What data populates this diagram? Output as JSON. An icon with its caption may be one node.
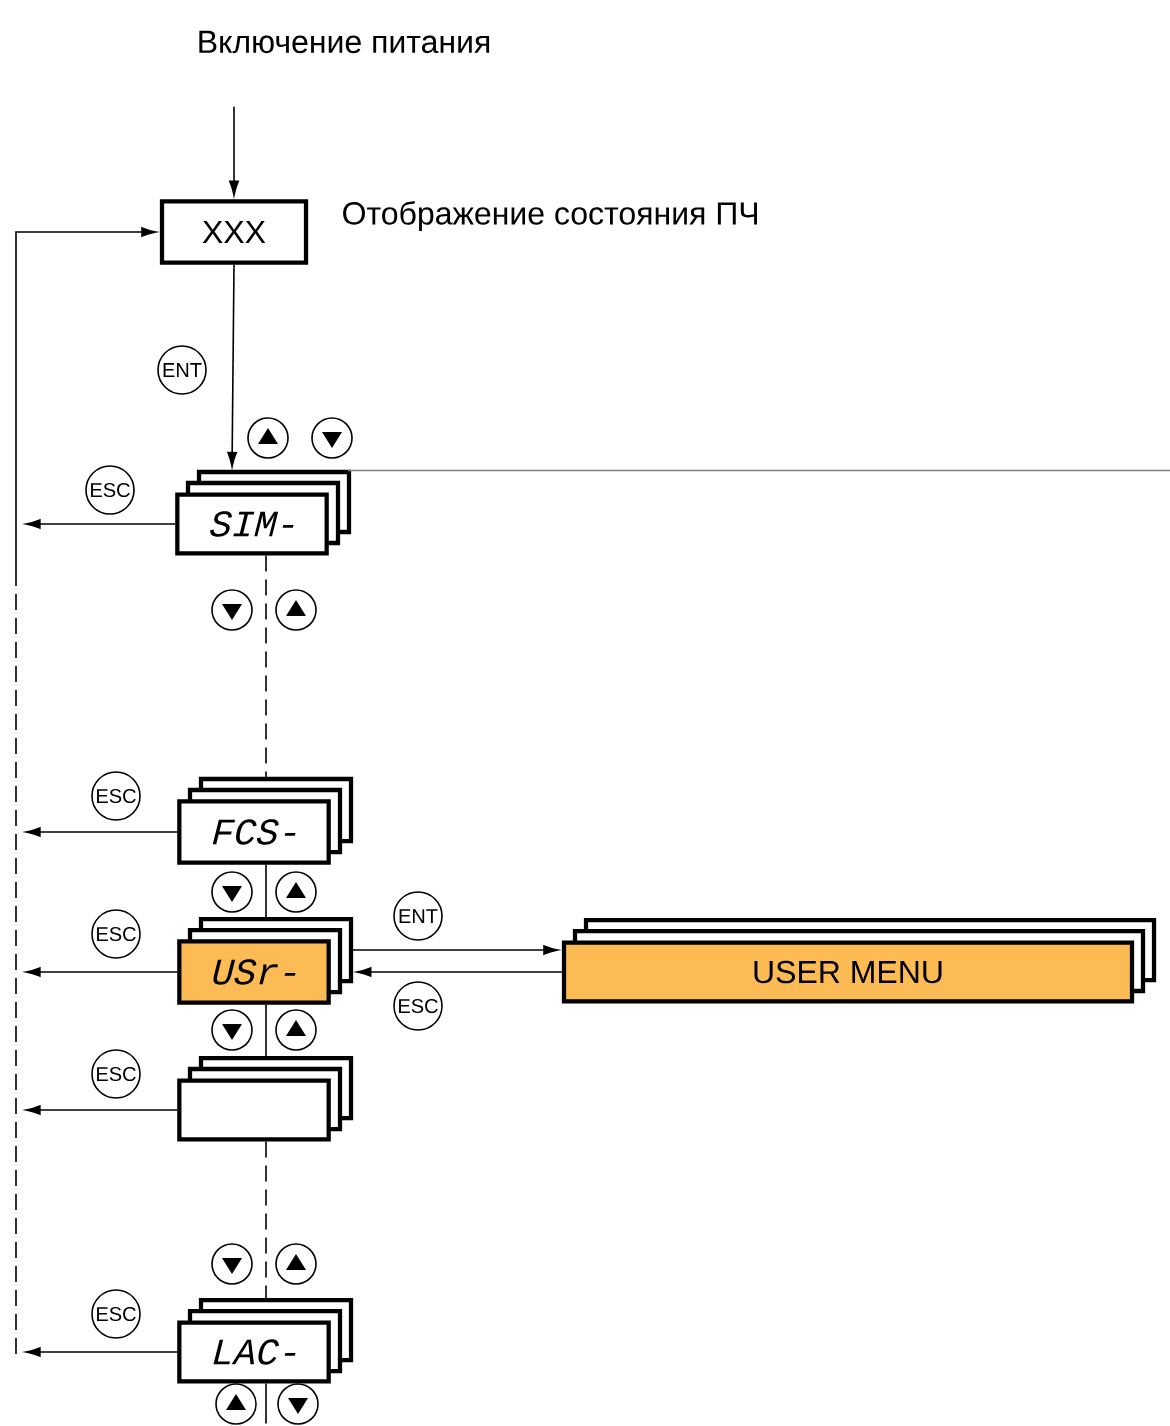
{
  "diagram": {
    "nodes": [
      {
        "text": [
          "Включение питания"
        ]
      },
      {
        "text": [
          "XXX"
        ],
        "beside": [
          "Отображение состояния ПЧ"
        ]
      },
      {
        "text": [
          "SIM-"
        ]
      },
      {
        "text": [
          "FCS-"
        ]
      },
      {
        "text": [
          "USr-"
        ]
      },
      {
        "text": [],
        "shape": "box"
      },
      {
        "text": [
          "LAC-"
        ]
      },
      {
        "text": [
          "USER MENU"
        ]
      }
    ],
    "edges": [
      {
        "from": 0,
        "to": 1,
        "arrow": "to"
      },
      {
        "from": 1,
        "to": 2,
        "arrow": "to",
        "label": "ENT"
      },
      {
        "from": 2,
        "to": 3,
        "arrow": "none",
        "style": "dashed"
      },
      {
        "from": 3,
        "to": 4,
        "arrow": "none"
      },
      {
        "from": 4,
        "to": 5,
        "arrow": "none"
      },
      {
        "from": 5,
        "to": 6,
        "arrow": "none",
        "style": "dashed"
      },
      {
        "from": 6,
        "to": null,
        "arrow": "none"
      },
      {
        "from": 2,
        "to": null,
        "arrow": "none",
        "color": "#808080"
      },
      {
        "from": 4,
        "to": 7,
        "arrow": "to",
        "label": "ENT"
      },
      {
        "from": 7,
        "to": 4,
        "arrow": "to",
        "label": "ESC"
      },
      {
        "from": 2,
        "to": null,
        "arrow": "to",
        "label": "ESC"
      },
      {
        "from": 3,
        "to": null,
        "arrow": "to",
        "label": "ESC"
      },
      {
        "from": 4,
        "to": null,
        "arrow": "to",
        "label": "ESC"
      },
      {
        "from": 5,
        "to": null,
        "arrow": "to",
        "label": "ESC"
      },
      {
        "from": 6,
        "to": null,
        "arrow": "to",
        "label": "ESC"
      },
      {
        "from": null,
        "to": 1,
        "arrow": "to"
      }
    ]
  }
}
